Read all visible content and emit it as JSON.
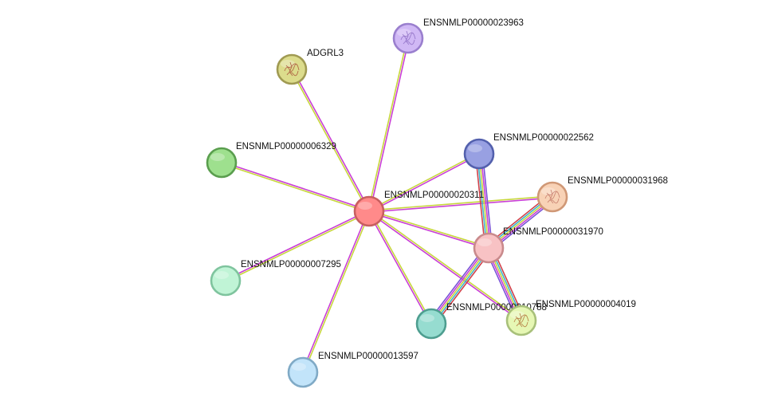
{
  "network": {
    "nodes": [
      {
        "id": "n20311",
        "label": "ENSNMLP00000020311",
        "fill": "#ff8a8a",
        "stroke": "#c85f5f",
        "icon": "none"
      },
      {
        "id": "n23963",
        "label": "ENSNMLP00000023963",
        "fill": "#d0b8f5",
        "stroke": "#9a7fce",
        "icon": "protein-structure-icon",
        "icon_color": "#8e6fc4"
      },
      {
        "id": "adgrl3",
        "label": "ADGRL3",
        "fill": "#dcdc8c",
        "stroke": "#a09a52",
        "icon": "protein-structure-icon",
        "icon_color": "#a9553a"
      },
      {
        "id": "n6329",
        "label": "ENSNMLP00000006329",
        "fill": "#9ee08e",
        "stroke": "#5a9e4e",
        "icon": "none"
      },
      {
        "id": "n22562",
        "label": "ENSNMLP00000022562",
        "fill": "#98a0e2",
        "stroke": "#5360ad",
        "icon": "none"
      },
      {
        "id": "n31968",
        "label": "ENSNMLP00000031968",
        "fill": "#f8d2b6",
        "stroke": "#d09876",
        "icon": "protein-structure-icon",
        "icon_color": "#c47a6a"
      },
      {
        "id": "n31970",
        "label": "ENSNMLP00000031970",
        "fill": "#f8c2c4",
        "stroke": "#c98a8c",
        "icon": "none"
      },
      {
        "id": "n7295",
        "label": "ENSNMLP00000007295",
        "fill": "#c0f4d6",
        "stroke": "#7fc49e",
        "icon": "none"
      },
      {
        "id": "n10788",
        "label": "ENSNMLP00000010788",
        "fill": "#96dcd0",
        "stroke": "#4e9e90",
        "icon": "none"
      },
      {
        "id": "n4019",
        "label": "ENSNMLP00000004019",
        "fill": "#e6f7b4",
        "stroke": "#a8c07a",
        "icon": "protein-structure-icon",
        "icon_color": "#b0743a"
      },
      {
        "id": "n13597",
        "label": "ENSNMLP00000013597",
        "fill": "#c2e4fa",
        "stroke": "#80aac6",
        "icon": "none"
      }
    ],
    "edges": [
      {
        "from": "n20311",
        "to": "n23963",
        "evidence": [
          "textmining",
          "coexpression"
        ]
      },
      {
        "from": "n20311",
        "to": "adgrl3",
        "evidence": [
          "textmining",
          "coexpression"
        ]
      },
      {
        "from": "n20311",
        "to": "n6329",
        "evidence": [
          "textmining",
          "coexpression"
        ]
      },
      {
        "from": "n20311",
        "to": "n22562",
        "evidence": [
          "textmining",
          "coexpression"
        ]
      },
      {
        "from": "n20311",
        "to": "n31968",
        "evidence": [
          "textmining",
          "coexpression"
        ]
      },
      {
        "from": "n20311",
        "to": "n31970",
        "evidence": [
          "textmining",
          "coexpression"
        ]
      },
      {
        "from": "n20311",
        "to": "n7295",
        "evidence": [
          "textmining",
          "coexpression"
        ]
      },
      {
        "from": "n20311",
        "to": "n10788",
        "evidence": [
          "textmining",
          "coexpression"
        ]
      },
      {
        "from": "n20311",
        "to": "n4019",
        "evidence": [
          "textmining",
          "coexpression"
        ]
      },
      {
        "from": "n20311",
        "to": "n13597",
        "evidence": [
          "textmining",
          "coexpression"
        ]
      },
      {
        "from": "n31970",
        "to": "n22562",
        "evidence": [
          "experiments",
          "databases",
          "textmining",
          "coexpression",
          "homology"
        ]
      },
      {
        "from": "n31970",
        "to": "n31968",
        "evidence": [
          "experiments",
          "databases",
          "textmining",
          "coexpression",
          "homology"
        ]
      },
      {
        "from": "n31970",
        "to": "n10788",
        "evidence": [
          "experiments",
          "databases",
          "textmining",
          "coexpression",
          "homology"
        ]
      },
      {
        "from": "n31970",
        "to": "n4019",
        "evidence": [
          "experiments",
          "databases",
          "textmining",
          "coexpression",
          "homology"
        ]
      }
    ],
    "evidence_colors": {
      "textmining": "#c7d63c",
      "coexpression": "#c93fd6",
      "experiments": "#d1414a",
      "databases": "#3fb6c8",
      "homology": "#7a52d6"
    }
  }
}
